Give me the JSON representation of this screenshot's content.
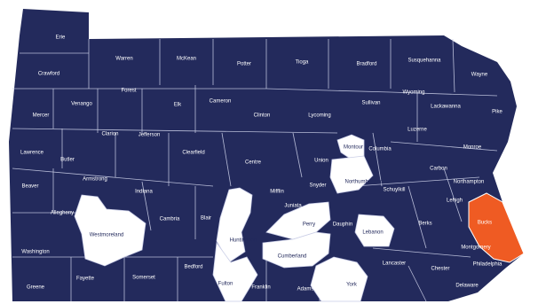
{
  "map": {
    "colors": {
      "base": "#232a5c",
      "highlight": "#ef5b23",
      "unshaded": "#ffffff",
      "borders": "#c9cde6"
    },
    "highlighted_county": "Bucks",
    "unshaded_counties": [
      "Westmoreland",
      "Huntingdon",
      "Fulton",
      "Perry",
      "Cumberland",
      "Lebanon",
      "Montour",
      "Northumberland",
      "York"
    ],
    "labels": [
      {
        "text": "Erie",
        "tone": "light"
      },
      {
        "text": "Crawford",
        "tone": "light"
      },
      {
        "text": "Warren",
        "tone": "light"
      },
      {
        "text": "McKean",
        "tone": "light"
      },
      {
        "text": "Potter",
        "tone": "light"
      },
      {
        "text": "Tioga",
        "tone": "light"
      },
      {
        "text": "Bradford",
        "tone": "light"
      },
      {
        "text": "Susquehanna",
        "tone": "light"
      },
      {
        "text": "Wayne",
        "tone": "light"
      },
      {
        "text": "Forest",
        "tone": "light"
      },
      {
        "text": "Mercer",
        "tone": "light"
      },
      {
        "text": "Venango",
        "tone": "light"
      },
      {
        "text": "Elk",
        "tone": "light"
      },
      {
        "text": "Cameron",
        "tone": "light"
      },
      {
        "text": "Clinton",
        "tone": "light"
      },
      {
        "text": "Lycoming",
        "tone": "light"
      },
      {
        "text": "Sullivan",
        "tone": "light"
      },
      {
        "text": "Wyoming",
        "tone": "light"
      },
      {
        "text": "Lackawanna",
        "tone": "light"
      },
      {
        "text": "Pike",
        "tone": "light"
      },
      {
        "text": "Clarion",
        "tone": "light"
      },
      {
        "text": "Jefferson",
        "tone": "light"
      },
      {
        "text": "Lawrence",
        "tone": "light"
      },
      {
        "text": "Butler",
        "tone": "light"
      },
      {
        "text": "Clearfield",
        "tone": "light"
      },
      {
        "text": "Centre",
        "tone": "light"
      },
      {
        "text": "Montour",
        "tone": "dark"
      },
      {
        "text": "Columbia",
        "tone": "light"
      },
      {
        "text": "Luzerne",
        "tone": "light"
      },
      {
        "text": "Monroe",
        "tone": "light"
      },
      {
        "text": "Union",
        "tone": "light"
      },
      {
        "text": "Carbon",
        "tone": "light"
      },
      {
        "text": "Armstrong",
        "tone": "light"
      },
      {
        "text": "Snyder",
        "tone": "light"
      },
      {
        "text": "Northumberland",
        "tone": "dark"
      },
      {
        "text": "Northampton",
        "tone": "light"
      },
      {
        "text": "Beaver",
        "tone": "light"
      },
      {
        "text": "Indiana",
        "tone": "light"
      },
      {
        "text": "Mifflin",
        "tone": "light"
      },
      {
        "text": "Schuylkill",
        "tone": "light"
      },
      {
        "text": "Lehigh",
        "tone": "light"
      },
      {
        "text": "Allegheny",
        "tone": "light"
      },
      {
        "text": "Juniata",
        "tone": "light"
      },
      {
        "text": "Cambria",
        "tone": "light"
      },
      {
        "text": "Blair",
        "tone": "light"
      },
      {
        "text": "Perry",
        "tone": "dark"
      },
      {
        "text": "Dauphin",
        "tone": "light"
      },
      {
        "text": "Berks",
        "tone": "light"
      },
      {
        "text": "Bucks",
        "tone": "light"
      },
      {
        "text": "Westmoreland",
        "tone": "dark"
      },
      {
        "text": "Lebanon",
        "tone": "dark"
      },
      {
        "text": "Huntingdon",
        "tone": "dark"
      },
      {
        "text": "Washington",
        "tone": "light"
      },
      {
        "text": "Montgomery",
        "tone": "light"
      },
      {
        "text": "Cumberland",
        "tone": "dark"
      },
      {
        "text": "Lancaster",
        "tone": "light"
      },
      {
        "text": "Chester",
        "tone": "light"
      },
      {
        "text": "Philadelphia",
        "tone": "light"
      },
      {
        "text": "Bedford",
        "tone": "light"
      },
      {
        "text": "Somerset",
        "tone": "light"
      },
      {
        "text": "Fayette",
        "tone": "light"
      },
      {
        "text": "Delaware",
        "tone": "light"
      },
      {
        "text": "Fulton",
        "tone": "dark"
      },
      {
        "text": "Franklin",
        "tone": "light"
      },
      {
        "text": "York",
        "tone": "dark"
      },
      {
        "text": "Greene",
        "tone": "light"
      },
      {
        "text": "Adams",
        "tone": "light"
      }
    ]
  }
}
